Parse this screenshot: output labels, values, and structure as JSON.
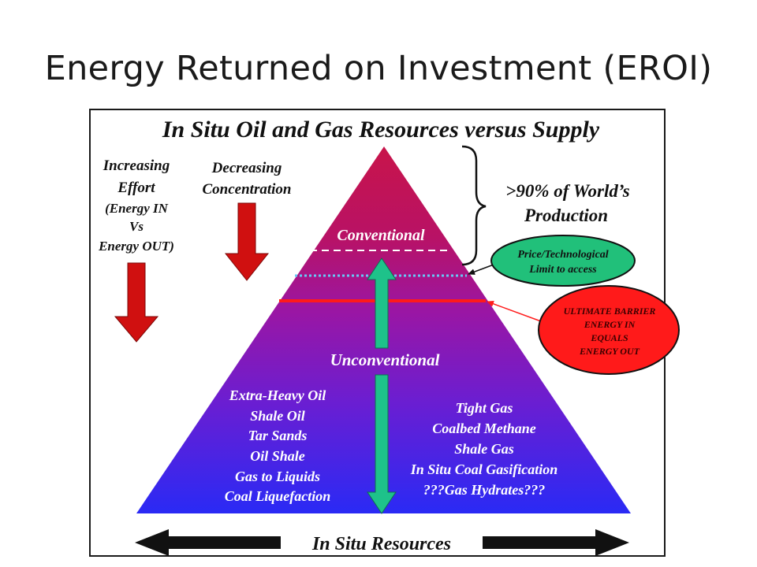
{
  "slide_title": "Energy Returned on Investment (EROI)",
  "figure": {
    "title": "In Situ Oil and Gas Resources versus Supply",
    "left_note": [
      "Increasing",
      "Effort",
      "(Energy IN",
      "Vs",
      "Energy OUT)"
    ],
    "concentration_note": [
      "Decreasing",
      "Concentration"
    ],
    "production_note": [
      ">90% of World’s",
      "Production"
    ],
    "conventional_label": "Conventional",
    "unconventional_label": "Unconventional",
    "price_limit": [
      "Price/Technological",
      "Limit to access"
    ],
    "ultimate_barrier": [
      "ULTIMATE BARRIER",
      "ENERGY IN",
      "EQUALS",
      "ENERGY OUT"
    ],
    "oil_resources": [
      "Extra-Heavy Oil",
      "Shale Oil",
      "Tar Sands",
      "Oil Shale",
      "Gas to Liquids",
      "Coal Liquefaction"
    ],
    "gas_resources": [
      "Tight Gas",
      "Coalbed Methane",
      "Shale Gas",
      "In Situ Coal Gasification",
      "???Gas Hydrates???"
    ],
    "bottom_label": "In Situ Resources"
  },
  "colors": {
    "pyramid_top": "#c8144a",
    "pyramid_bottom": "#2a2af5",
    "red_arrow": "#d01010",
    "teal_arrow": "#1ec28a",
    "price_oval": "#21c07a",
    "barrier_oval": "#ff1a1a"
  }
}
